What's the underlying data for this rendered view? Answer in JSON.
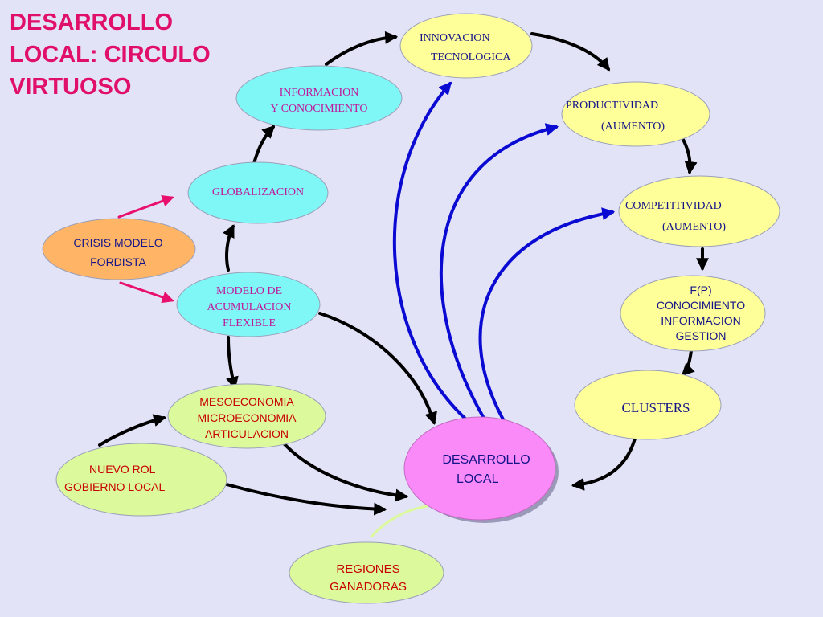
{
  "title": {
    "line1": "DESARROLLO",
    "line2": "LOCAL: CIRCULO",
    "line3": "VIRTUOSO"
  },
  "nodes": {
    "innovacion": {
      "line1": "INNOVACION",
      "line2": "TECNOLOGICA"
    },
    "informacion": {
      "line1": "INFORMACION",
      "line2": "Y CONOCIMIENTO"
    },
    "productividad": {
      "line1": "PRODUCTIVIDAD",
      "line2": "(AUMENTO)"
    },
    "globalizacion": {
      "line1": "GLOBALIZACION"
    },
    "competitividad": {
      "line1": "COMPETITIVIDAD",
      "line2": "(AUMENTO)"
    },
    "crisis": {
      "line1": "CRISIS MODELO",
      "line2": "FORDISTA"
    },
    "modelo": {
      "line1": "MODELO DE",
      "line2": "ACUMULACION",
      "line3": "FLEXIBLE"
    },
    "factores": {
      "line1": "F(P)",
      "line2": "CONOCIMIENTO",
      "line3": "INFORMACION",
      "line4": "GESTION"
    },
    "clusters": {
      "line1": "CLUSTERS"
    },
    "meso": {
      "line1": "MESOECONOMIA",
      "line2": "MICROECONOMIA",
      "line3": "ARTICULACION"
    },
    "desarrollo": {
      "line1": "DESARROLLO",
      "line2": "LOCAL"
    },
    "nuevo_rol": {
      "line1": "NUEVO ROL",
      "line2": "GOBIERNO LOCAL"
    },
    "regiones": {
      "line1": "REGIONES",
      "line2": "GANADORAS"
    }
  },
  "colors": {
    "background": "#e3e3f8",
    "title": "#e0106a",
    "cyan_node": "#7ff7f7",
    "yellow_node": "#ffff99",
    "green_node": "#dcfa9c",
    "orange_node": "#ffb466",
    "pink_node": "#f98af7",
    "black_arrow": "#000000",
    "blue_arrow": "#0a0ad2",
    "red_arrow": "#e8106a"
  }
}
